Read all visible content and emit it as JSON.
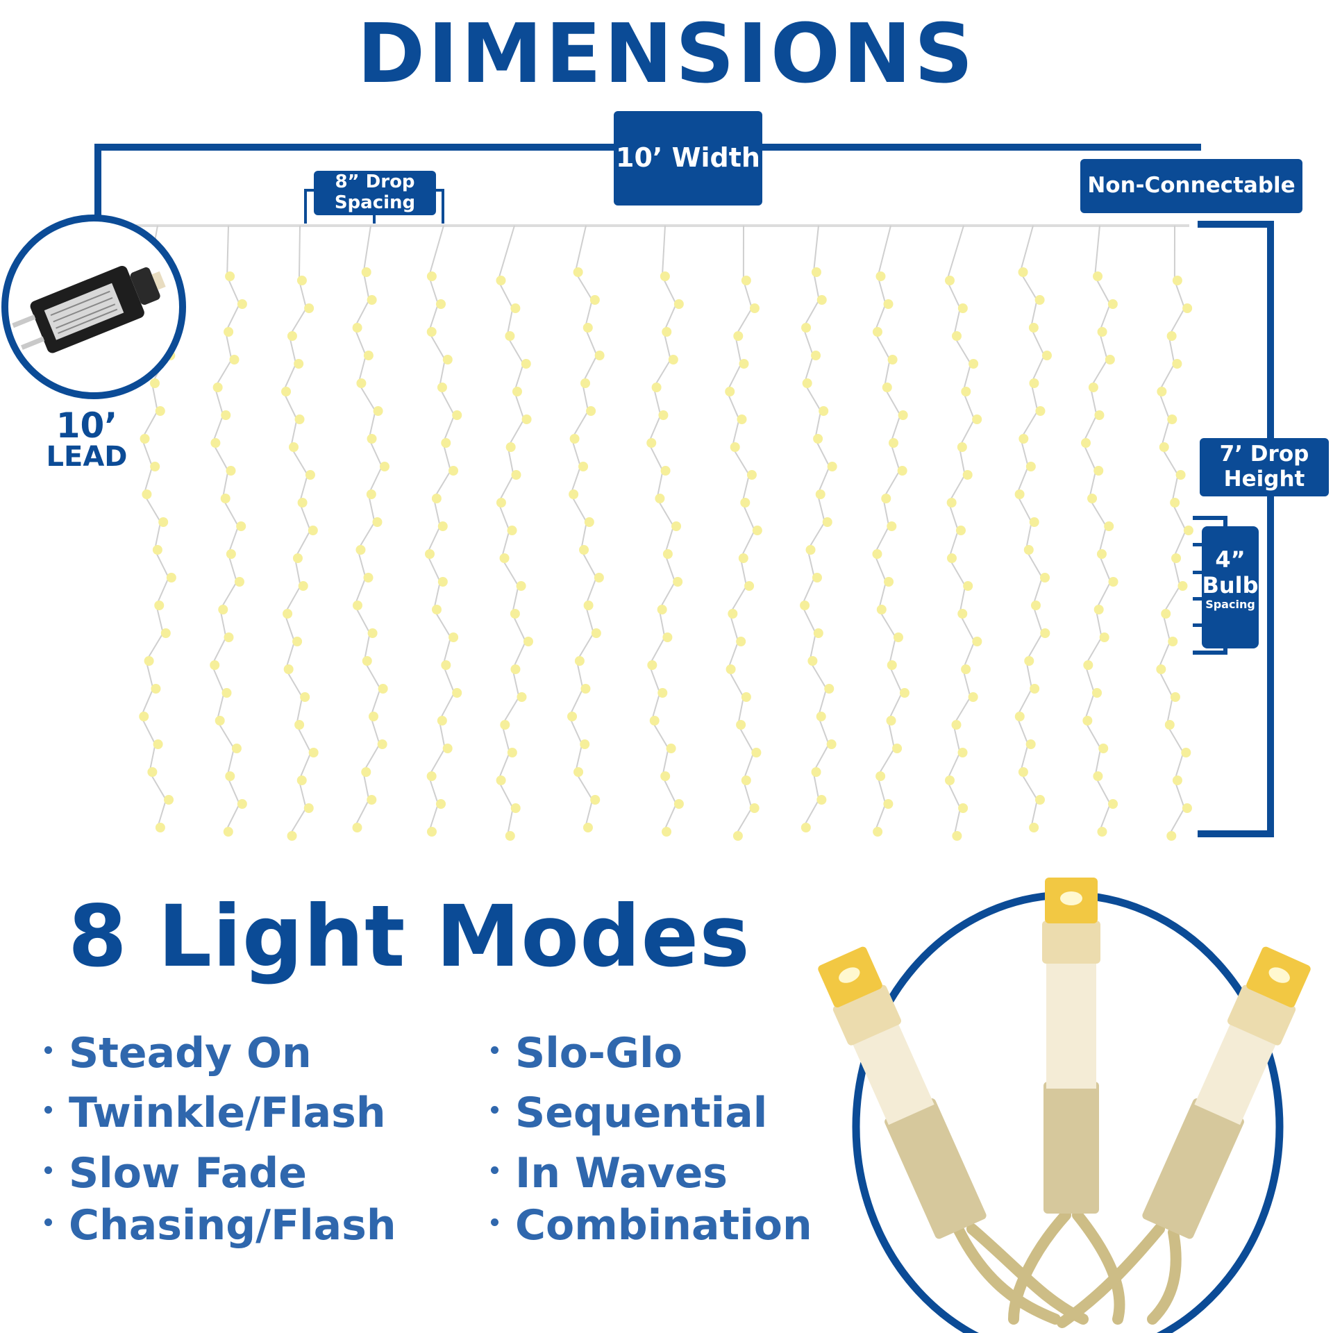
{
  "title": "DIMENSIONS",
  "labels": {
    "width": "10’ Width",
    "non_connectable": "Non-Connectable",
    "drop_spacing_line1": "8” Drop",
    "drop_spacing_line2": "Spacing",
    "drop_height_line1": "7’ Drop",
    "drop_height_line2": "Height",
    "bulb_spacing_line1": "4”",
    "bulb_spacing_line2": "Bulb",
    "bulb_spacing_line3": "Spacing",
    "lead_length": "10’",
    "lead_label": "LEAD"
  },
  "modes": {
    "title": "8 Light Modes",
    "left": [
      "Steady On",
      "Twinkle/Flash",
      "Slow Fade",
      "Chasing/Flash"
    ],
    "right": [
      "Slo-Glo",
      "Sequential",
      "In Waves",
      "Combination"
    ]
  },
  "colors": {
    "brand_blue": "#0b4b96",
    "list_blue": "#2f67ad",
    "bulb_yellow": "#f6ef9a"
  },
  "icons": {
    "adapter": "power-adapter-icon",
    "bulbs": "led-bulbs-photo"
  }
}
